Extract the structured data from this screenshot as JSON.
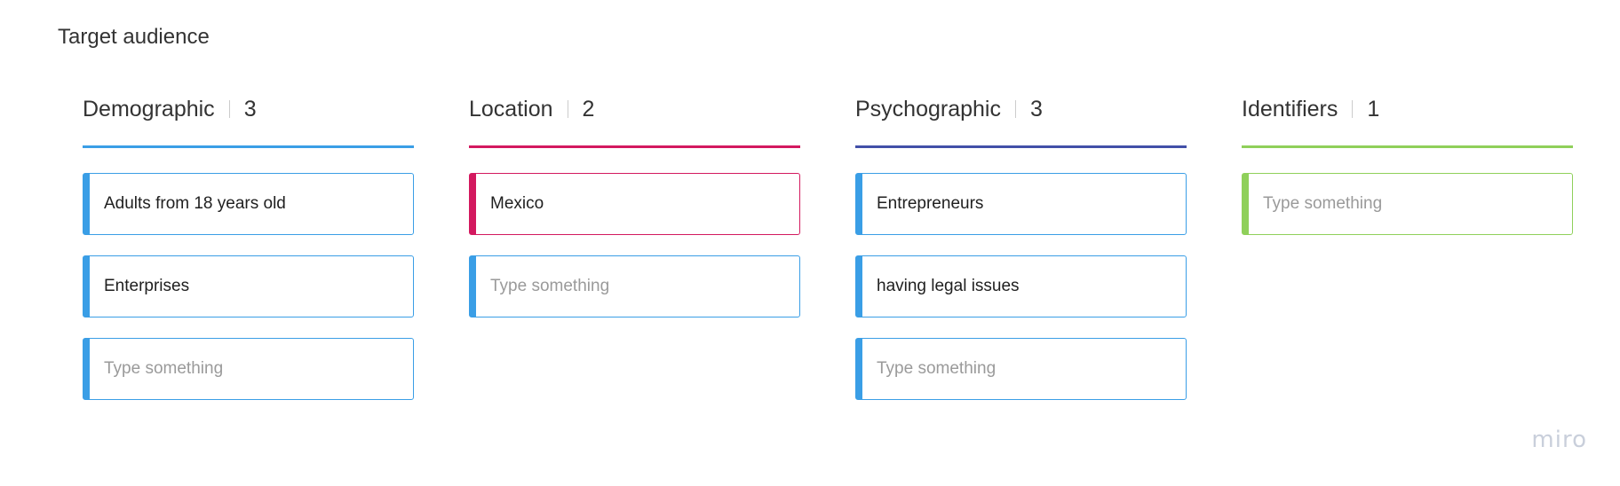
{
  "board": {
    "title": "Target audience"
  },
  "columns": [
    {
      "name": "Demographic",
      "count": "3",
      "color": "#3a9ee6",
      "cards": [
        {
          "text": "Adults from 18 years old",
          "placeholder": false,
          "color": "#3a9ee6"
        },
        {
          "text": "Enterprises",
          "placeholder": false,
          "color": "#3a9ee6"
        },
        {
          "text": "Type something",
          "placeholder": true,
          "color": "#3a9ee6"
        }
      ]
    },
    {
      "name": "Location",
      "count": "2",
      "color": "#d3195f",
      "cards": [
        {
          "text": "Mexico",
          "placeholder": false,
          "color": "#d3195f"
        },
        {
          "text": "Type something",
          "placeholder": true,
          "color": "#3a9ee6"
        }
      ]
    },
    {
      "name": "Psychographic",
      "count": "3",
      "color": "#4250a8",
      "cards": [
        {
          "text": "Entrepreneurs",
          "placeholder": false,
          "color": "#3a9ee6"
        },
        {
          "text": "having legal issues",
          "placeholder": false,
          "color": "#3a9ee6"
        },
        {
          "text": "Type something",
          "placeholder": true,
          "color": "#3a9ee6"
        }
      ]
    },
    {
      "name": "Identifiers",
      "count": "1",
      "color": "#8fd05a",
      "cards": [
        {
          "text": "Type something",
          "placeholder": true,
          "color": "#8fd05a"
        }
      ]
    }
  ],
  "logo": {
    "text": "miro"
  }
}
